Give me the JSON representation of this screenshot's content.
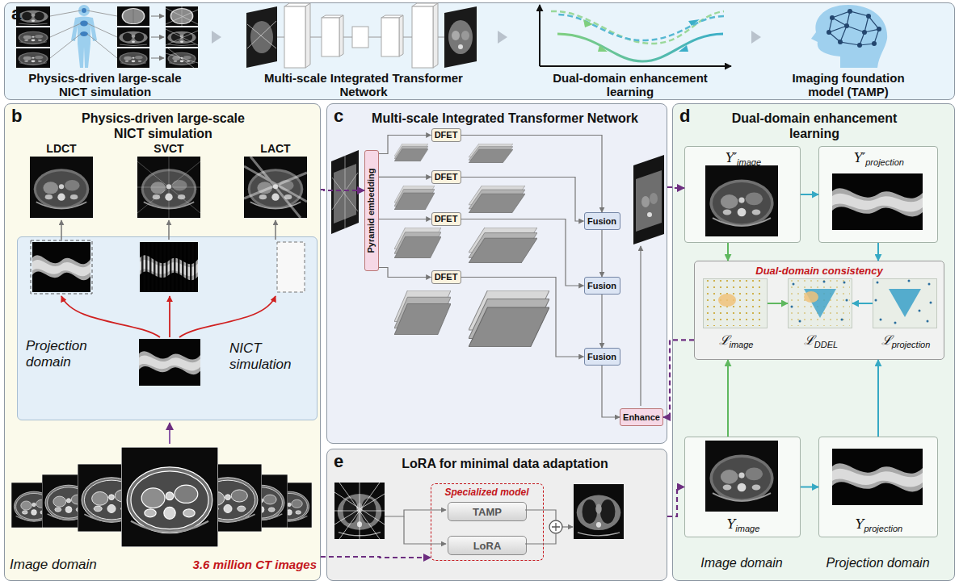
{
  "diagram": {
    "nodes": [
      {
        "text": [
          "a"
        ]
      },
      {
        "text": [
          "b",
          "Physics-driven large-scale NICT simulation"
        ]
      },
      {
        "text": [
          "Projection domain",
          "NICT simulation"
        ],
        "in": 1
      },
      {
        "text": [
          "c",
          "Multi-scale Integrated Transformer Network"
        ]
      },
      {
        "text": [
          "Pyramid embedding"
        ],
        "in": 3
      },
      {
        "text": [
          "DFET"
        ],
        "in": 3
      },
      {
        "text": [
          "DFET"
        ],
        "in": 3
      },
      {
        "text": [
          "DFET"
        ],
        "in": 3
      },
      {
        "text": [
          "DFET"
        ],
        "in": 3
      },
      {
        "text": [
          "Fusion"
        ],
        "in": 3
      },
      {
        "text": [
          "Fusion"
        ],
        "in": 3
      },
      {
        "text": [
          "Fusion"
        ],
        "in": 3
      },
      {
        "text": [
          "Enhance"
        ],
        "in": 3
      },
      {
        "text": [
          "d",
          "Dual-domain enhancement learning"
        ]
      },
      {
        "text": [
          "Y′",
          "image"
        ],
        "in": 13
      },
      {
        "text": [
          "Y′",
          "projection"
        ],
        "in": 13
      },
      {
        "text": [
          "Dual-domain consistency"
        ],
        "in": 13
      },
      {
        "text": [
          "ℒ",
          "image"
        ],
        "in": 16
      },
      {
        "text": [
          "ℒ",
          "DDEL"
        ],
        "in": 16
      },
      {
        "text": [
          "ℒ",
          "projection"
        ],
        "in": 16
      },
      {
        "text": [
          "Y",
          "image"
        ],
        "in": 13
      },
      {
        "text": [
          "Y",
          "projection"
        ],
        "in": 13
      },
      {
        "text": [
          "e",
          "LoRA for minimal data adaptation"
        ]
      },
      {
        "text": [
          "Specialized model"
        ],
        "in": 22
      },
      {
        "text": [
          "TAMP"
        ],
        "in": 23
      },
      {
        "text": [
          "LoRA"
        ],
        "in": 23
      }
    ],
    "edges": [
      {
        "from": 1,
        "to": 4,
        "arrow": "to"
      },
      {
        "from": 4,
        "to": 5,
        "arrow": "to"
      },
      {
        "from": 4,
        "to": 6,
        "arrow": "to"
      },
      {
        "from": 4,
        "to": 7,
        "arrow": "to"
      },
      {
        "from": 4,
        "to": 8,
        "arrow": "to"
      },
      {
        "from": 5,
        "to": 9,
        "arrow": "to"
      },
      {
        "from": 6,
        "to": 9,
        "arrow": "to"
      },
      {
        "from": 7,
        "to": 10,
        "arrow": "to"
      },
      {
        "from": 8,
        "to": 11,
        "arrow": "to"
      },
      {
        "from": 9,
        "to": 10,
        "arrow": "to"
      },
      {
        "from": 10,
        "to": 11,
        "arrow": "to"
      },
      {
        "from": 11,
        "to": 12,
        "arrow": "to"
      },
      {
        "from": 3,
        "to": 14,
        "arrow": "to"
      },
      {
        "from": 16,
        "to": 12,
        "arrow": "to"
      },
      {
        "from": 1,
        "to": 23,
        "arrow": "to"
      },
      {
        "from": 22,
        "to": 20,
        "arrow": "to"
      },
      {
        "from": 14,
        "to": 15,
        "arrow": "to"
      },
      {
        "from": 14,
        "to": 16,
        "arrow": "to"
      },
      {
        "from": 15,
        "to": 16,
        "arrow": "to"
      },
      {
        "from": 20,
        "to": 16,
        "arrow": "to"
      },
      {
        "from": 20,
        "to": 21,
        "arrow": "to"
      },
      {
        "from": 21,
        "to": 16,
        "arrow": "to"
      },
      {
        "from": 17,
        "to": 18,
        "arrow": "to"
      },
      {
        "from": 19,
        "to": 18,
        "arrow": "to"
      }
    ],
    "labels": [
      "Physics-driven large-scale NICT simulation",
      "Multi-scale Integrated Transformer Network",
      "Dual-domain enhancement learning",
      "Imaging foundation model (TAMP)",
      "LDCT",
      "SVCT",
      "LACT",
      "Image domain",
      "3.6 million CT images",
      "Image domain",
      "Projection domain"
    ]
  }
}
